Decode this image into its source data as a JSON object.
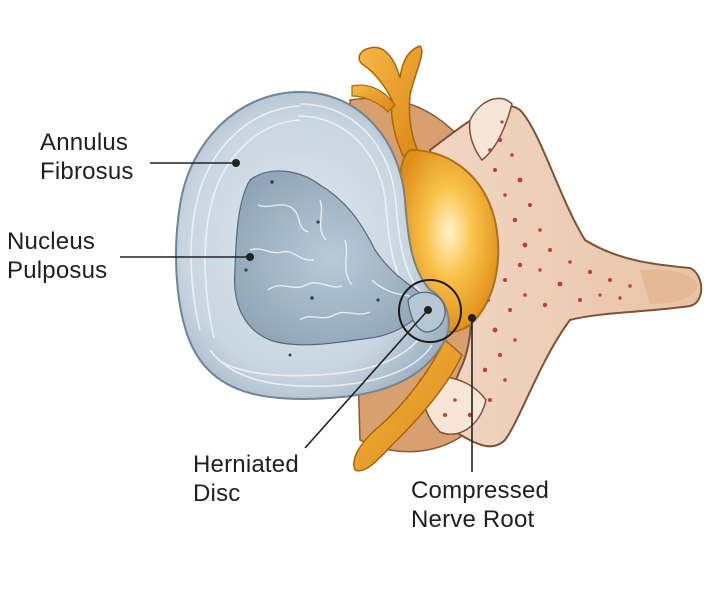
{
  "labels": {
    "annulus": {
      "line1": "Annulus",
      "line2": "Fibrosus"
    },
    "nucleus": {
      "line1": "Nucleus",
      "line2": "Pulposus"
    },
    "herniated": {
      "line1": "Herniated",
      "line2": "Disc"
    },
    "compressed": {
      "line1": "Compressed",
      "line2": "Nerve Root"
    }
  },
  "colors": {
    "disc_fill": "#c9d7e2",
    "nucleus_fill": "#a9bccb",
    "nerve": "#f2a622",
    "bone": "#f3dccb",
    "marrow_dots": "#c23a3a",
    "pedicle": "#d79b6a",
    "leader_line": "#222222"
  }
}
